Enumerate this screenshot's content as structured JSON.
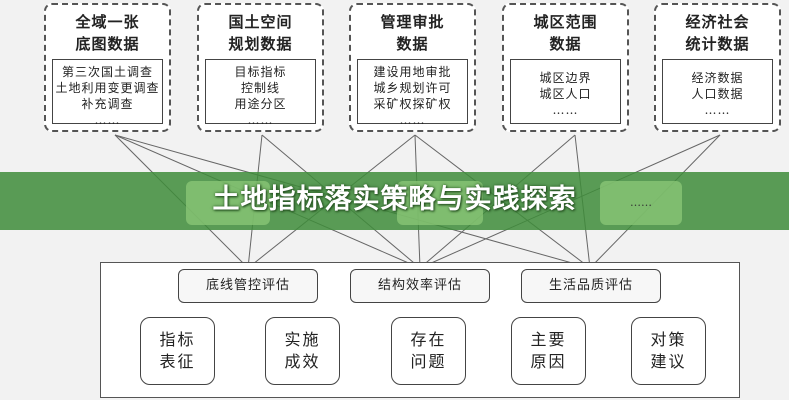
{
  "title": "土地指标落实策略与实践探索",
  "sources": [
    {
      "title": [
        "全域一张",
        "底图数据"
      ],
      "items": [
        "第三次国土调查",
        "土地利用变更调查",
        "补充调查",
        "……"
      ]
    },
    {
      "title": [
        "国土空间",
        "规划数据"
      ],
      "items": [
        "目标指标",
        "控制线",
        "用途分区",
        "……"
      ]
    },
    {
      "title": [
        "管理审批",
        "数据"
      ],
      "items": [
        "建设用地审批",
        "城乡规划许可",
        "采矿权探矿权",
        "……"
      ]
    },
    {
      "title": [
        "城区范围",
        "数据"
      ],
      "items": [
        "城区边界",
        "城区人口",
        "……"
      ]
    },
    {
      "title": [
        "经济社会",
        "统计数据"
      ],
      "items": [
        "经济数据",
        "人口数据",
        "……"
      ]
    }
  ],
  "band_pill_text": "……",
  "evaluations": [
    "底线管控评估",
    "结构效率评估",
    "生活品质评估"
  ],
  "nodes": [
    [
      "指标",
      "表征"
    ],
    [
      "实施",
      "成效"
    ],
    [
      "存在",
      "问题"
    ],
    [
      "主要",
      "原因"
    ],
    [
      "对策",
      "建议"
    ]
  ]
}
